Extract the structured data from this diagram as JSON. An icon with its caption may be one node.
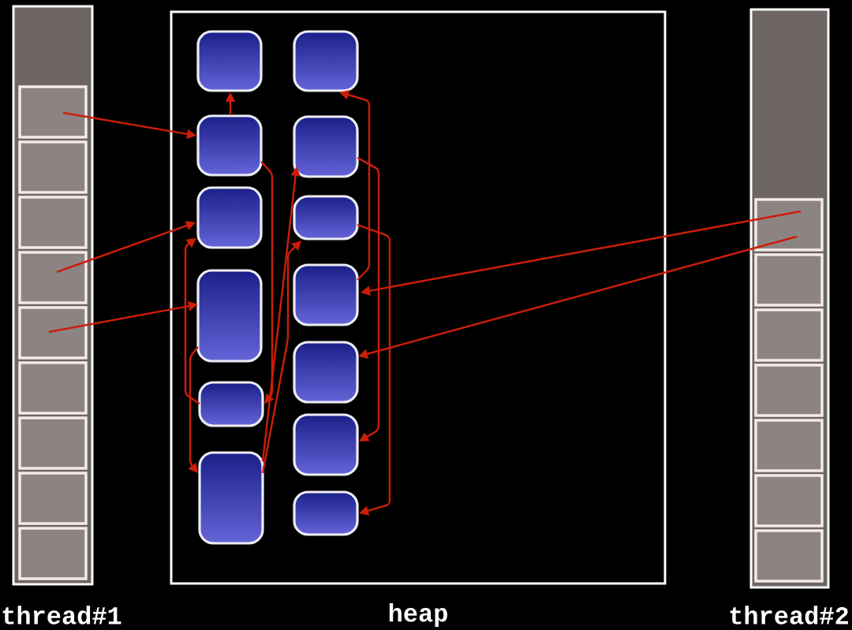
{
  "diagram": {
    "nodes": [
      {
        "text": [
          "thread#1"
        ]
      },
      {
        "text": [],
        "shape": "box",
        "in": 0
      },
      {
        "text": [],
        "shape": "box",
        "in": 0
      },
      {
        "text": [],
        "shape": "box",
        "in": 0
      },
      {
        "text": [],
        "shape": "box",
        "in": 0
      },
      {
        "text": [],
        "shape": "box",
        "in": 0
      },
      {
        "text": [],
        "shape": "box",
        "in": 0
      },
      {
        "text": [],
        "shape": "box",
        "in": 0
      },
      {
        "text": [],
        "shape": "box",
        "in": 0
      },
      {
        "text": [],
        "shape": "box",
        "in": 0
      },
      {
        "text": [
          "heap"
        ]
      },
      {
        "text": [],
        "shape": "box",
        "in": 10
      },
      {
        "text": [],
        "shape": "box",
        "in": 10
      },
      {
        "text": [],
        "shape": "box",
        "in": 10
      },
      {
        "text": [],
        "shape": "box",
        "in": 10
      },
      {
        "text": [],
        "shape": "box",
        "in": 10
      },
      {
        "text": [],
        "shape": "box",
        "in": 10
      },
      {
        "text": [],
        "shape": "box",
        "in": 10
      },
      {
        "text": [],
        "shape": "box",
        "in": 10
      },
      {
        "text": [],
        "shape": "box",
        "in": 10
      },
      {
        "text": [],
        "shape": "box",
        "in": 10
      },
      {
        "text": [],
        "shape": "box",
        "in": 10
      },
      {
        "text": [],
        "shape": "box",
        "in": 10
      },
      {
        "text": [],
        "shape": "box",
        "in": 10
      },
      {
        "text": [
          "thread#2"
        ]
      },
      {
        "text": [],
        "shape": "box",
        "in": 24
      },
      {
        "text": [],
        "shape": "box",
        "in": 24
      },
      {
        "text": [],
        "shape": "box",
        "in": 24
      },
      {
        "text": [],
        "shape": "box",
        "in": 24
      },
      {
        "text": [],
        "shape": "box",
        "in": 24
      },
      {
        "text": [],
        "shape": "box",
        "in": 24
      },
      {
        "text": [],
        "shape": "box",
        "in": 24
      }
    ],
    "edges": [
      {
        "from": 1,
        "to": 12,
        "arrow": "to"
      },
      {
        "from": 4,
        "to": 13,
        "arrow": "to"
      },
      {
        "from": 5,
        "to": 14,
        "arrow": "to"
      },
      {
        "from": 25,
        "to": 20,
        "arrow": "to"
      },
      {
        "from": 25,
        "to": 21,
        "arrow": "to"
      },
      {
        "from": 12,
        "to": 11,
        "arrow": "to"
      },
      {
        "from": 15,
        "to": 13,
        "arrow": "to"
      },
      {
        "from": 12,
        "to": 15,
        "arrow": "to"
      },
      {
        "from": 14,
        "to": 16,
        "arrow": "to"
      },
      {
        "from": 16,
        "to": 18,
        "arrow": "to"
      },
      {
        "from": 16,
        "to": 19,
        "arrow": "to"
      },
      {
        "from": 20,
        "to": 17,
        "arrow": "to"
      },
      {
        "from": 18,
        "to": 22,
        "arrow": "to"
      },
      {
        "from": 19,
        "to": 23,
        "arrow": "to"
      }
    ]
  }
}
